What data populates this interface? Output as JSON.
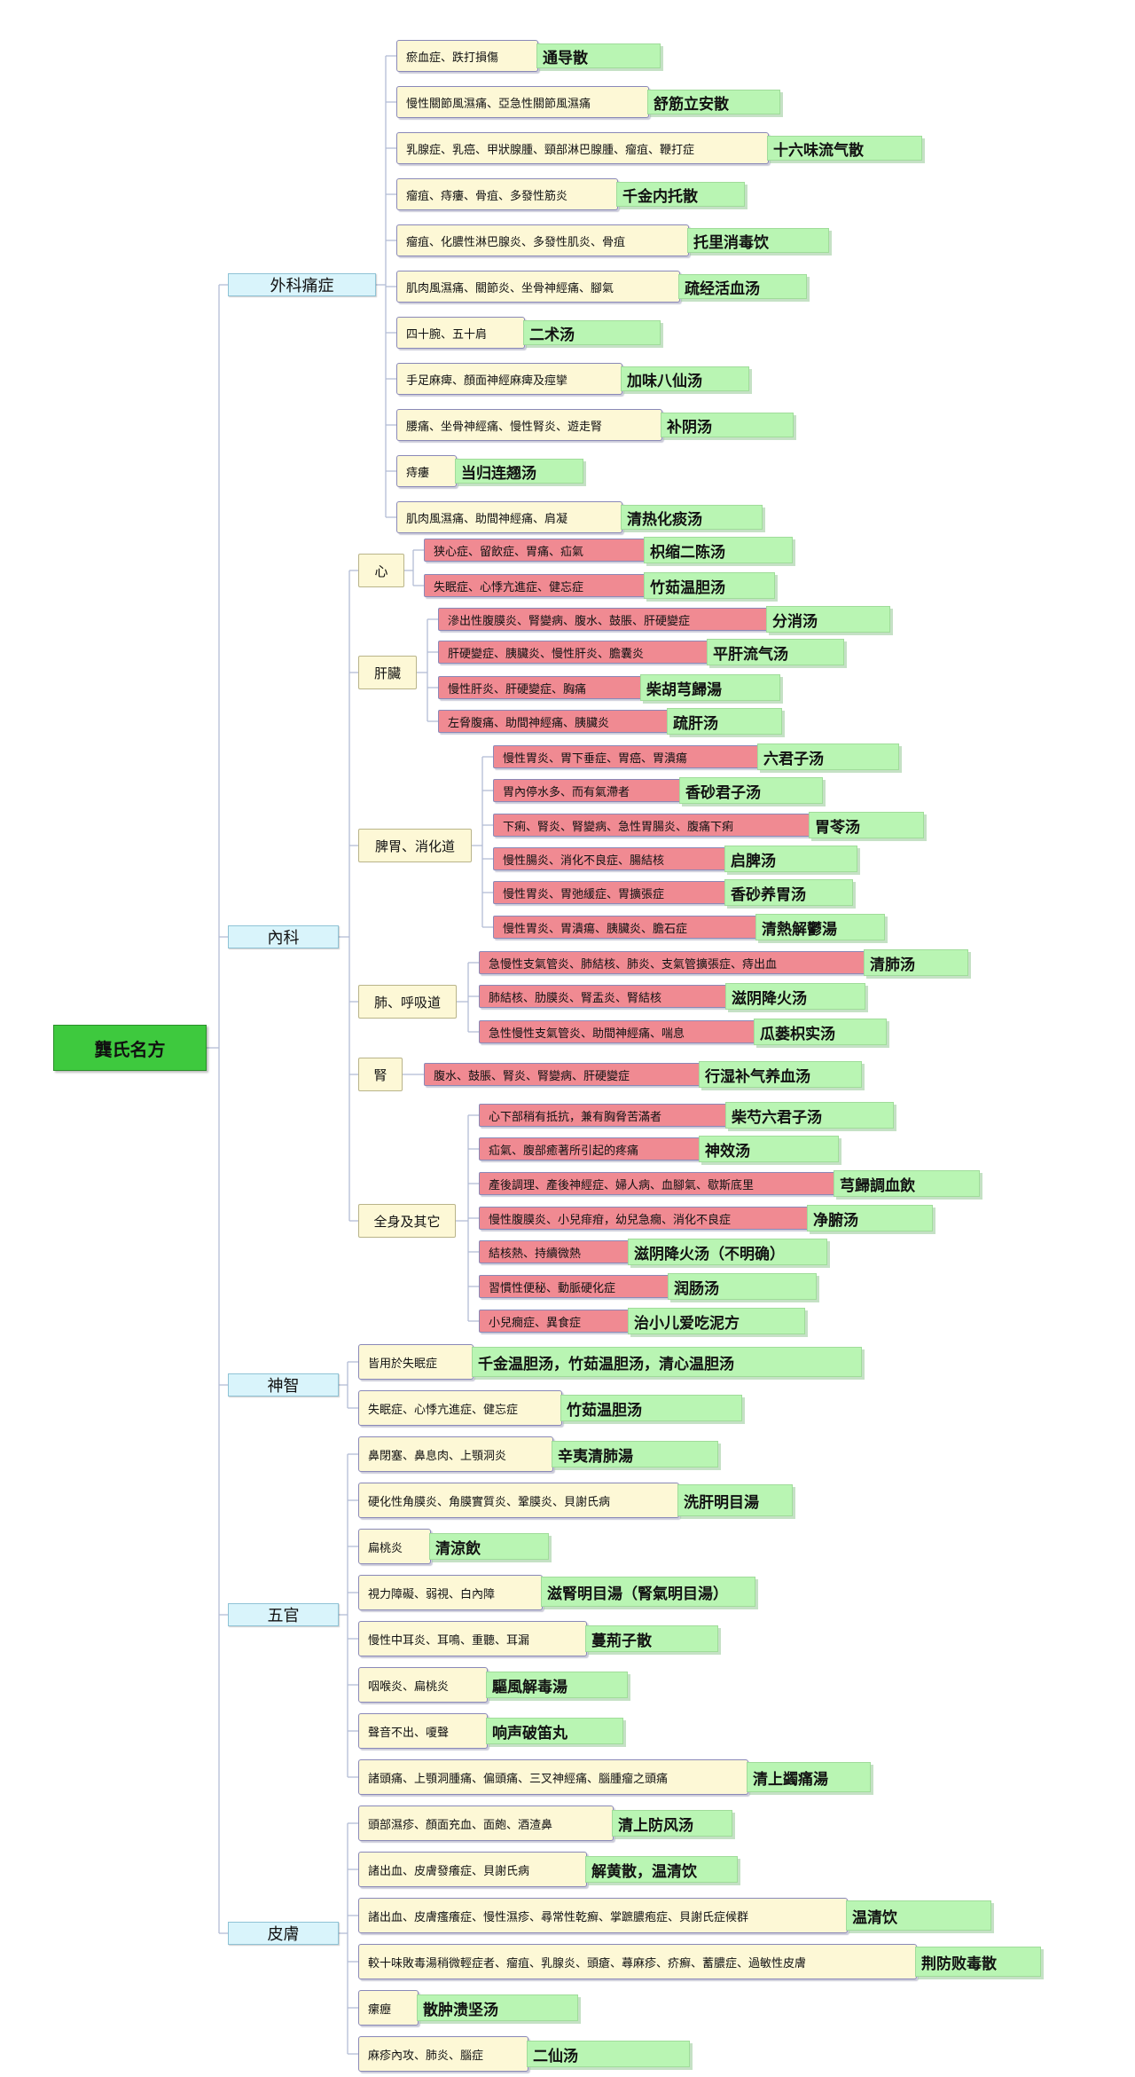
{
  "root": "龔氏名方",
  "categories": [
    {
      "label": "外科痛症",
      "items": [
        {
          "text": "瘀血症、跌打損傷",
          "rx": "通导散"
        },
        {
          "text": "慢性關節風濕痛、亞急性關節風濕痛",
          "rx": "舒筋立安散"
        },
        {
          "text": "乳腺症、乳癌、甲狀腺腫、頸部淋巴腺腫、瘤疽、鞭打症",
          "rx": "十六味流气散"
        },
        {
          "text": "瘤疽、痔瘻、骨疽、多發性筋炎",
          "rx": "千金内托散"
        },
        {
          "text": "瘤疽、化膿性淋巴腺炎、多發性肌炎、骨疽",
          "rx": "托里消毒饮"
        },
        {
          "text": "肌肉風濕痛、關節炎、坐骨神經痛、腳氣",
          "rx": "疏经活血汤"
        },
        {
          "text": "四十腕、五十肩",
          "rx": "二术汤"
        },
        {
          "text": "手足麻痺、顏面神經麻痺及痙攣",
          "rx": "加味八仙汤"
        },
        {
          "text": "腰痛、坐骨神經痛、慢性腎炎、遊走腎",
          "rx": "补阴汤"
        },
        {
          "text": "痔瘻",
          "rx": "当归连翘汤"
        },
        {
          "text": "肌肉風濕痛、助間神經痛、肩凝",
          "rx": "清热化痰汤"
        }
      ]
    },
    {
      "label": "內科",
      "subs": [
        {
          "label": "心",
          "items": [
            {
              "text": "狭心症、留飲症、胃痛、疝氣",
              "rx": "枳缩二陈汤"
            },
            {
              "text": "失眠症、心悸亢進症、健忘症",
              "rx": "竹茹温胆汤"
            }
          ]
        },
        {
          "label": "肝臟",
          "items": [
            {
              "text": "滲出性腹膜炎、腎變病、腹水、鼓脹、肝硬變症",
              "rx": "分消汤"
            },
            {
              "text": "肝硬變症、胰臟炎、慢性肝炎、膽囊炎",
              "rx": "平肝流气汤"
            },
            {
              "text": "慢性肝炎、肝硬變症、胸痛",
              "rx": "柴胡芎歸湯"
            },
            {
              "text": "左脅腹痛、助間神經痛、胰臟炎",
              "rx": "疏肝汤"
            }
          ]
        },
        {
          "label": "脾胃、消化道",
          "items": [
            {
              "text": "慢性胃炎、胃下垂症、胃癌、胃潰瘍",
              "rx": "六君子汤"
            },
            {
              "text": "胃內停水多、而有氣滯者",
              "rx": "香砂君子汤"
            },
            {
              "text": "下痢、腎炎、腎變病、急性胃腸炎、腹痛下痢",
              "rx": "胃苓汤"
            },
            {
              "text": "慢性腸炎、消化不良症、腸結核",
              "rx": "启脾汤"
            },
            {
              "text": "慢性胃炎、胃弛緩症、胃擴張症",
              "rx": "香砂养胃汤"
            },
            {
              "text": "慢性胃炎、胃潰瘍、胰臟炎、膽石症",
              "rx": "清熱解鬱湯"
            }
          ]
        },
        {
          "label": "肺、呼吸道",
          "items": [
            {
              "text": "急慢性支氣管炎、肺結核、肺炎、支氣管擴張症、痔出血",
              "rx": "清肺汤"
            },
            {
              "text": "肺結核、肋膜炎、腎盂炎、腎結核",
              "rx": "滋阴降火汤"
            },
            {
              "text": "急性慢性支氣管炎、助間神經痛、喘息",
              "rx": "瓜蒌枳实汤"
            }
          ]
        },
        {
          "label": "腎",
          "items": [
            {
              "text": "腹水、鼓脹、腎炎、腎變病、肝硬變症",
              "rx": "行湿补气养血汤"
            }
          ]
        },
        {
          "label": "全身及其它",
          "items": [
            {
              "text": "心下部稍有抵抗，兼有胸脅苦滿者",
              "rx": "柴芍六君子汤"
            },
            {
              "text": "疝氣、腹部癒著所引起的疼痛",
              "rx": "神效汤"
            },
            {
              "text": "產後調理、產後神經症、婦人病、血腳氣、歇斯底里",
              "rx": "芎歸調血飲"
            },
            {
              "text": "慢性腹膜炎、小兒痱疳，幼兒急癇、消化不良症",
              "rx": "净腑汤"
            },
            {
              "text": "結核熱、持續微熱",
              "rx": "滋阴降火汤（不明确）"
            },
            {
              "text": "習慣性便秘、動脈硬化症",
              "rx": "润肠汤"
            },
            {
              "text": "小兒癇症、異食症",
              "rx": "治小儿爱吃泥方"
            }
          ]
        }
      ]
    },
    {
      "label": "神智",
      "items": [
        {
          "text": "皆用於失眠症",
          "rx": "千金温胆汤，竹茹温胆汤，清心温胆汤"
        },
        {
          "text": "失眠症、心悸亢進症、健忘症",
          "rx": "竹茹温胆汤"
        }
      ]
    },
    {
      "label": "五官",
      "items": [
        {
          "text": "鼻閉塞、鼻息肉、上顎洞炎",
          "rx": "辛夷清肺湯"
        },
        {
          "text": "硬化性角膜炎、角膜實質炎、鞏膜炎、貝謝氏病",
          "rx": "洗肝明目湯"
        },
        {
          "text": "扁桃炎",
          "rx": "清涼飲"
        },
        {
          "text": "視力障礙、弱視、白內障",
          "rx": "滋腎明目湯（腎氣明目湯）"
        },
        {
          "text": "慢性中耳炎、耳鳴、重聽、耳漏",
          "rx": "蔓荊子散"
        },
        {
          "text": "咽喉炎、扁桃炎",
          "rx": "驅風解毒湯"
        },
        {
          "text": "聲音不出、嗄聲",
          "rx": "响声破笛丸"
        },
        {
          "text": "諸頭痛、上顎洞腫痛、偏頭痛、三叉神經痛、腦腫瘤之頭痛",
          "rx": "清上蠲痛湯"
        }
      ]
    },
    {
      "label": "皮膚",
      "items": [
        {
          "text": "頭部濕疹、顏面充血、面皰、酒渣鼻",
          "rx": "清上防风汤"
        },
        {
          "text": "諸出血、皮膚發癢症、貝謝氏病",
          "rx": "解黄散，温清饮"
        },
        {
          "text": "諸出血、皮膚瘙癢症、慢性濕疹、尋常性乾癬、掌蹠膿疱症、貝謝氏症候群",
          "rx": "温清饮"
        },
        {
          "text": "較十味敗毒湯稍微輕症者、瘤疽、乳腺炎、頭瘡、蕁麻疹、疥癬、蓄膿症、過敏性皮膚",
          "rx": "荆防败毒散"
        },
        {
          "text": "瘰癧",
          "rx": "散肿溃坚汤"
        },
        {
          "text": "麻疹內攻、肺炎、腦症",
          "rx": "二仙汤"
        }
      ]
    }
  ]
}
